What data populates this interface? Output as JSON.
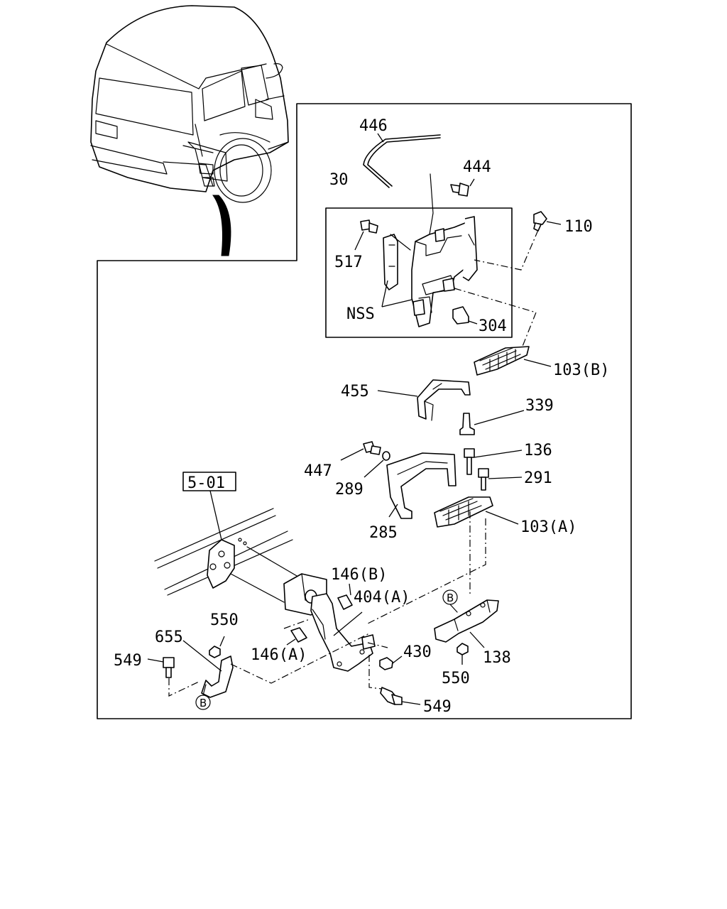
{
  "labels": {
    "p446": "446",
    "p444": "444",
    "p30": "30",
    "p110": "110",
    "p517": "517",
    "nss": "NSS",
    "p304": "304",
    "p103b": "103(B)",
    "p455": "455",
    "p339": "339",
    "p136": "136",
    "p447": "447",
    "p291": "291",
    "p289": "289",
    "ref": "5-01",
    "p285": "285",
    "p103a": "103(A)",
    "p146b": "146(B)",
    "p404a": "404(A)",
    "p550a": "550",
    "p655": "655",
    "p146a": "146(A)",
    "p430": "430",
    "p138": "138",
    "p549a": "549",
    "p550b": "550",
    "p549b": "549",
    "markerB1": "B",
    "markerB2": "B"
  },
  "icons": [
    "truck-cab-icon",
    "step-bracket-icon",
    "bolt-icon",
    "nut-icon",
    "washer-icon",
    "step-plate-icon"
  ]
}
